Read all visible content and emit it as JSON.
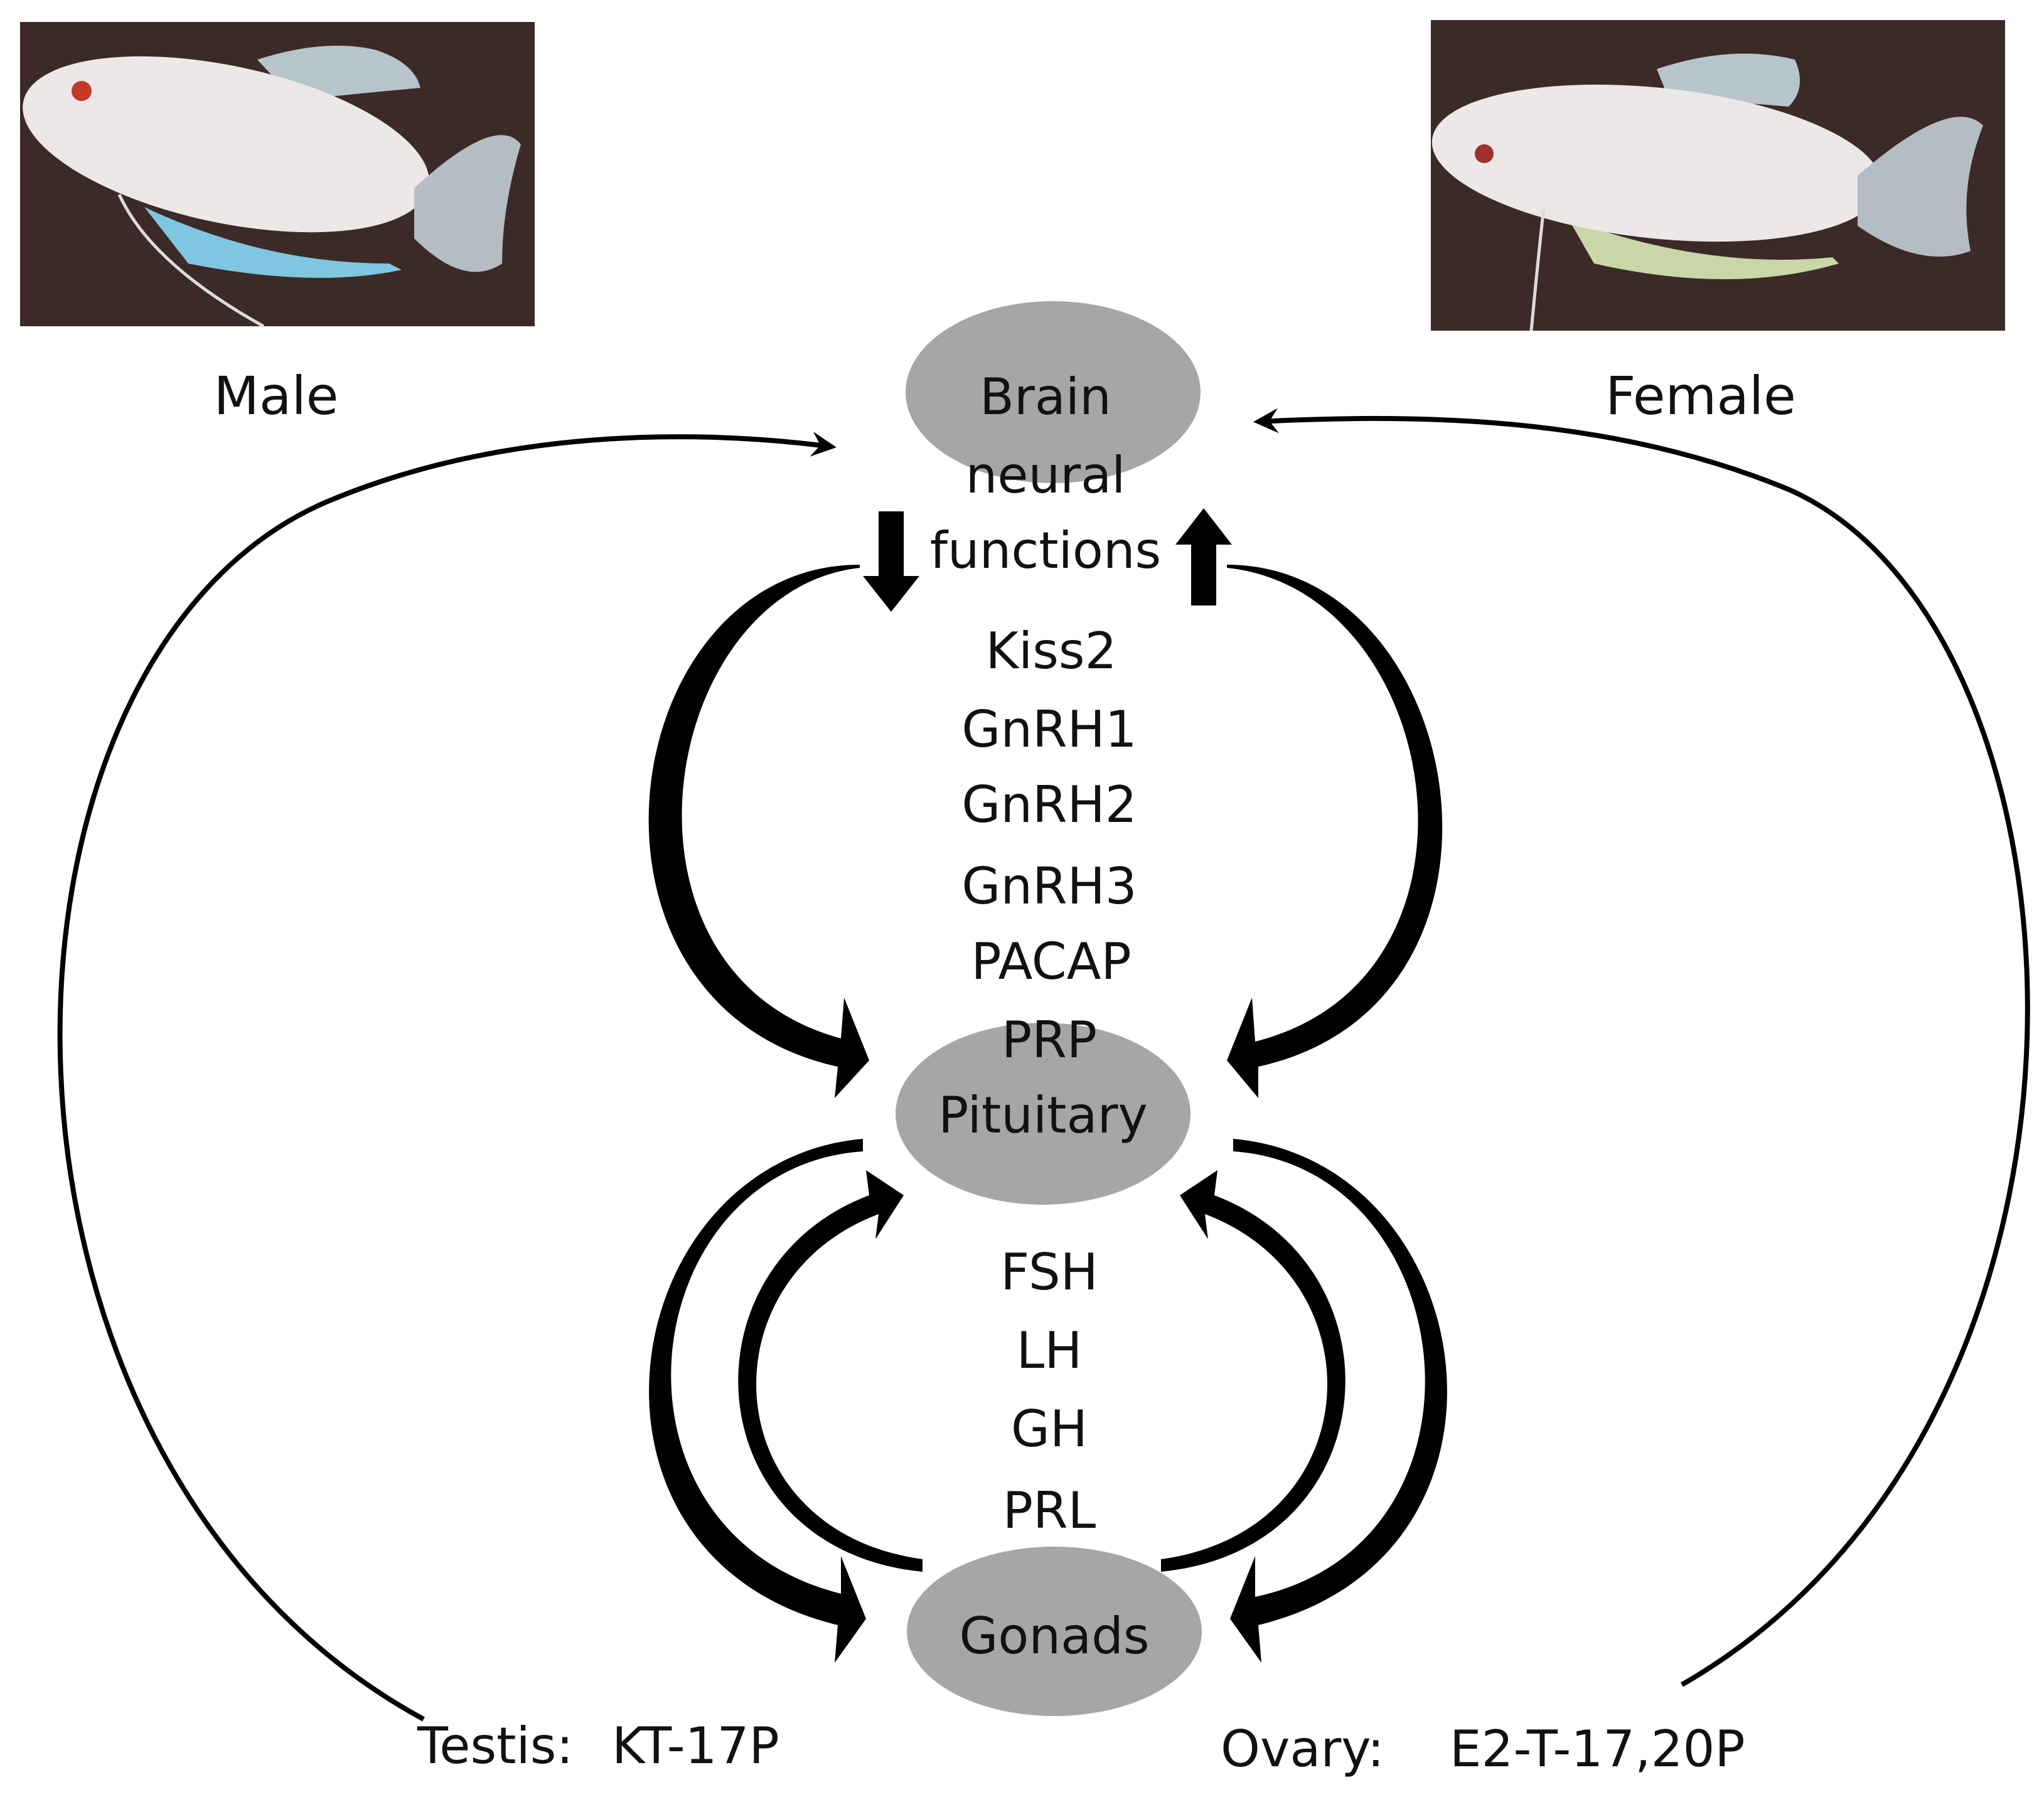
{
  "colors": {
    "node_fill": "#a6a6a6",
    "line": "#000000",
    "photo_background": "#3b2a27",
    "fish_body": "#ece8e8"
  },
  "photos": {
    "male": {
      "label": "Male",
      "depicts": "male fish photo"
    },
    "female": {
      "label": "Female",
      "depicts": "female fish photo"
    }
  },
  "nodes": {
    "brain": {
      "lines": [
        "Brain",
        "neural",
        "functions"
      ]
    },
    "pituitary": {
      "label": "Pituitary"
    },
    "gonads": {
      "label": "Gonads"
    }
  },
  "hormones": {
    "brain_to_pituitary": [
      "Kiss2",
      "GnRH1",
      "GnRH2",
      "GnRH3",
      "PACAP",
      "PRP"
    ],
    "pituitary_to_gonads": [
      "FSH",
      "LH",
      "GH",
      "PRL"
    ]
  },
  "feedback": {
    "testis": {
      "organ": "Testis:",
      "steroids": "KT-17P"
    },
    "ovary": {
      "organ": "Ovary:",
      "steroids": "E2-T-17,20P"
    }
  }
}
